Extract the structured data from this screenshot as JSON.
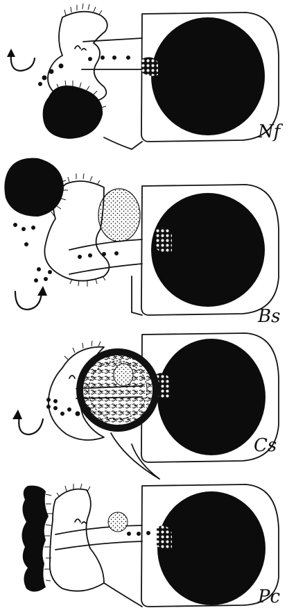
{
  "figure": {
    "panels": [
      {
        "label": "Nf"
      },
      {
        "label": "Bs"
      },
      {
        "label": "Cs"
      },
      {
        "label": "Pc"
      }
    ]
  }
}
